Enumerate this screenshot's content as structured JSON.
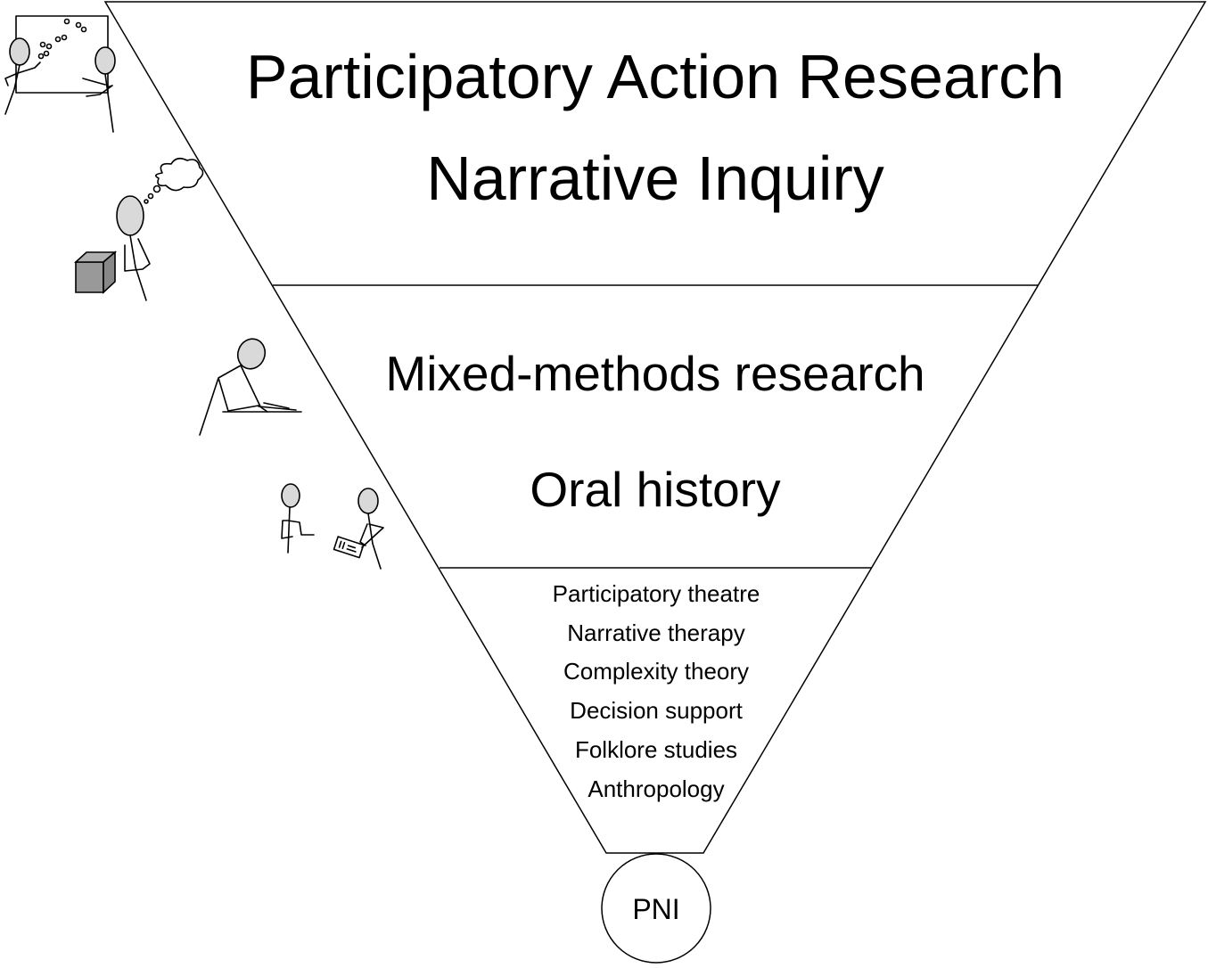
{
  "funnel": {
    "top_band": {
      "lines": [
        "Participatory Action Research",
        "Narrative Inquiry"
      ]
    },
    "middle_band": {
      "lines": [
        "Mixed-methods research",
        "Oral history"
      ]
    },
    "bottom_band": {
      "lines": [
        "Participatory theatre",
        "Narrative therapy",
        "Complexity theory",
        "Decision support",
        "Folklore studies",
        "Anthropology"
      ]
    },
    "output": {
      "label": "PNI"
    }
  },
  "illustrations": [
    {
      "icon": "whiteboard-people-icon"
    },
    {
      "icon": "thinking-person-icon"
    },
    {
      "icon": "writing-person-icon"
    },
    {
      "icon": "interview-people-icon"
    }
  ]
}
